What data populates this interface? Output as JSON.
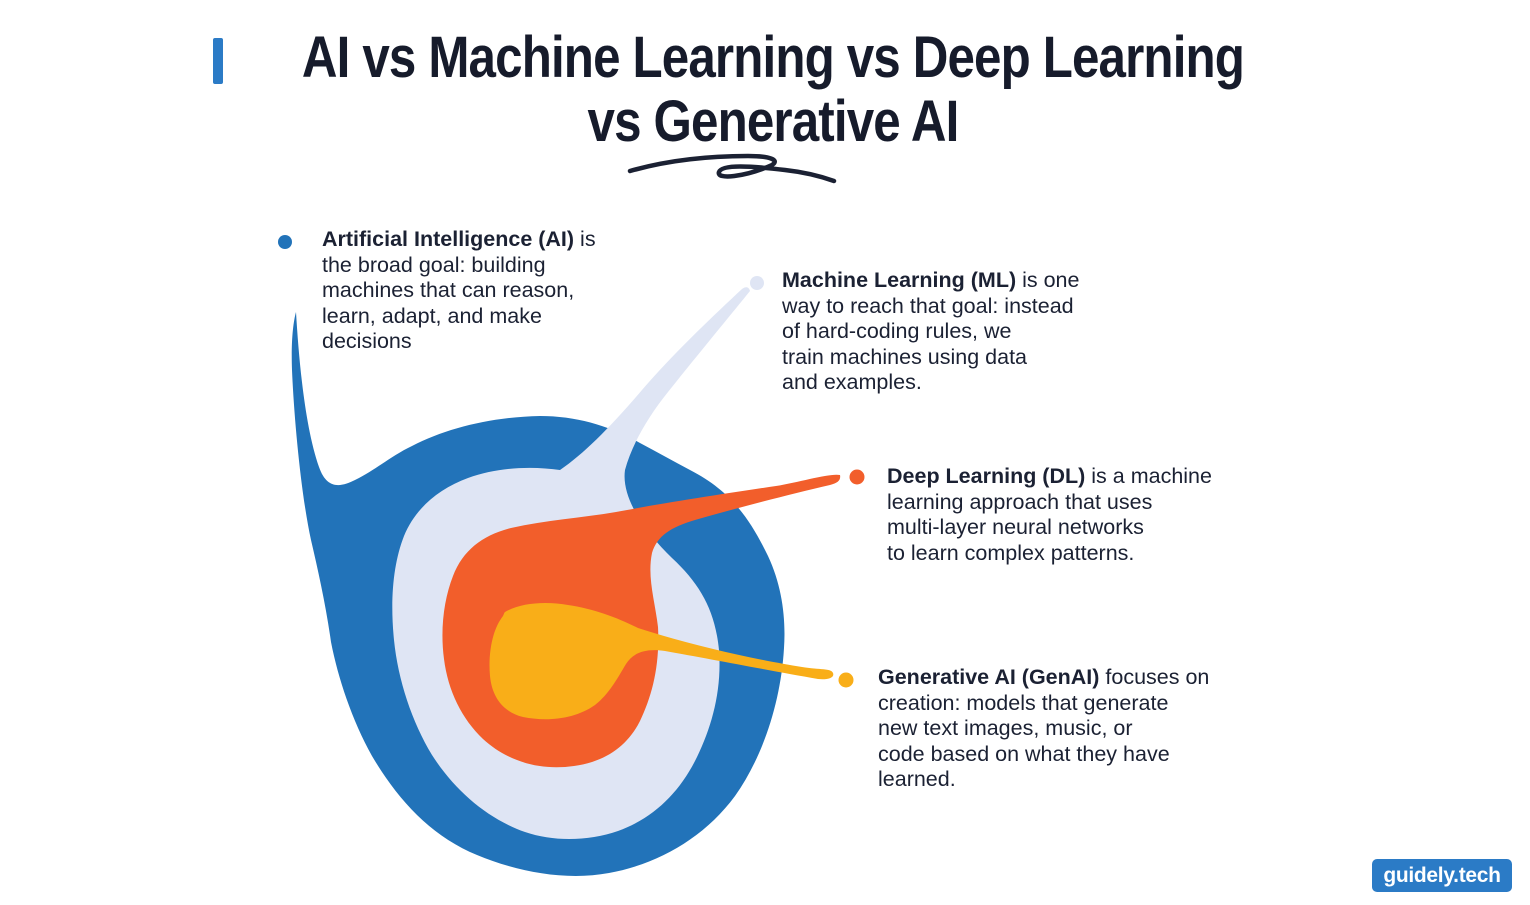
{
  "title": {
    "line1": "AI vs Machine Learning vs Deep Learning",
    "line2": "vs Generative AI"
  },
  "colors": {
    "ink": "#1B2133",
    "title_text": "#161B2B",
    "accent": "#2B7BC6",
    "background": "#FFFFFF"
  },
  "diagram": {
    "type": "nested-blobs",
    "layers": [
      {
        "id": "ai",
        "color": "#2273B9"
      },
      {
        "id": "ml",
        "color": "#DFE5F4"
      },
      {
        "id": "dl",
        "color": "#F25E2B"
      },
      {
        "id": "genai",
        "color": "#F9AE18"
      }
    ]
  },
  "annotations": [
    {
      "id": "ai",
      "lead": "Artificial Intelligence (AI)",
      "rest": " is\nthe broad goal: building\nmachines that can reason,\nlearn, adapt, and make\ndecisions",
      "dot_color": "#2273B9"
    },
    {
      "id": "ml",
      "lead": "Machine Learning (ML)",
      "rest": " is one\nway to reach that goal: instead\nof hard-coding rules, we\ntrain machines using data\nand examples.",
      "dot_color": "#DFE5F4"
    },
    {
      "id": "dl",
      "lead": "Deep Learning (DL)",
      "rest": " is a machine\nlearning approach that uses\nmulti-layer neural networks\nto learn complex patterns.",
      "dot_color": "#F25E2B"
    },
    {
      "id": "genai",
      "lead": "Generative AI (GenAI)",
      "rest": " focuses on\ncreation: models that generate\nnew text images, music, or\ncode based on what they have\nlearned.",
      "dot_color": "#F9AE18"
    }
  ],
  "logo": {
    "text": "guidely.tech",
    "bg": "#2B7BC6",
    "fg": "#FFFFFF"
  }
}
